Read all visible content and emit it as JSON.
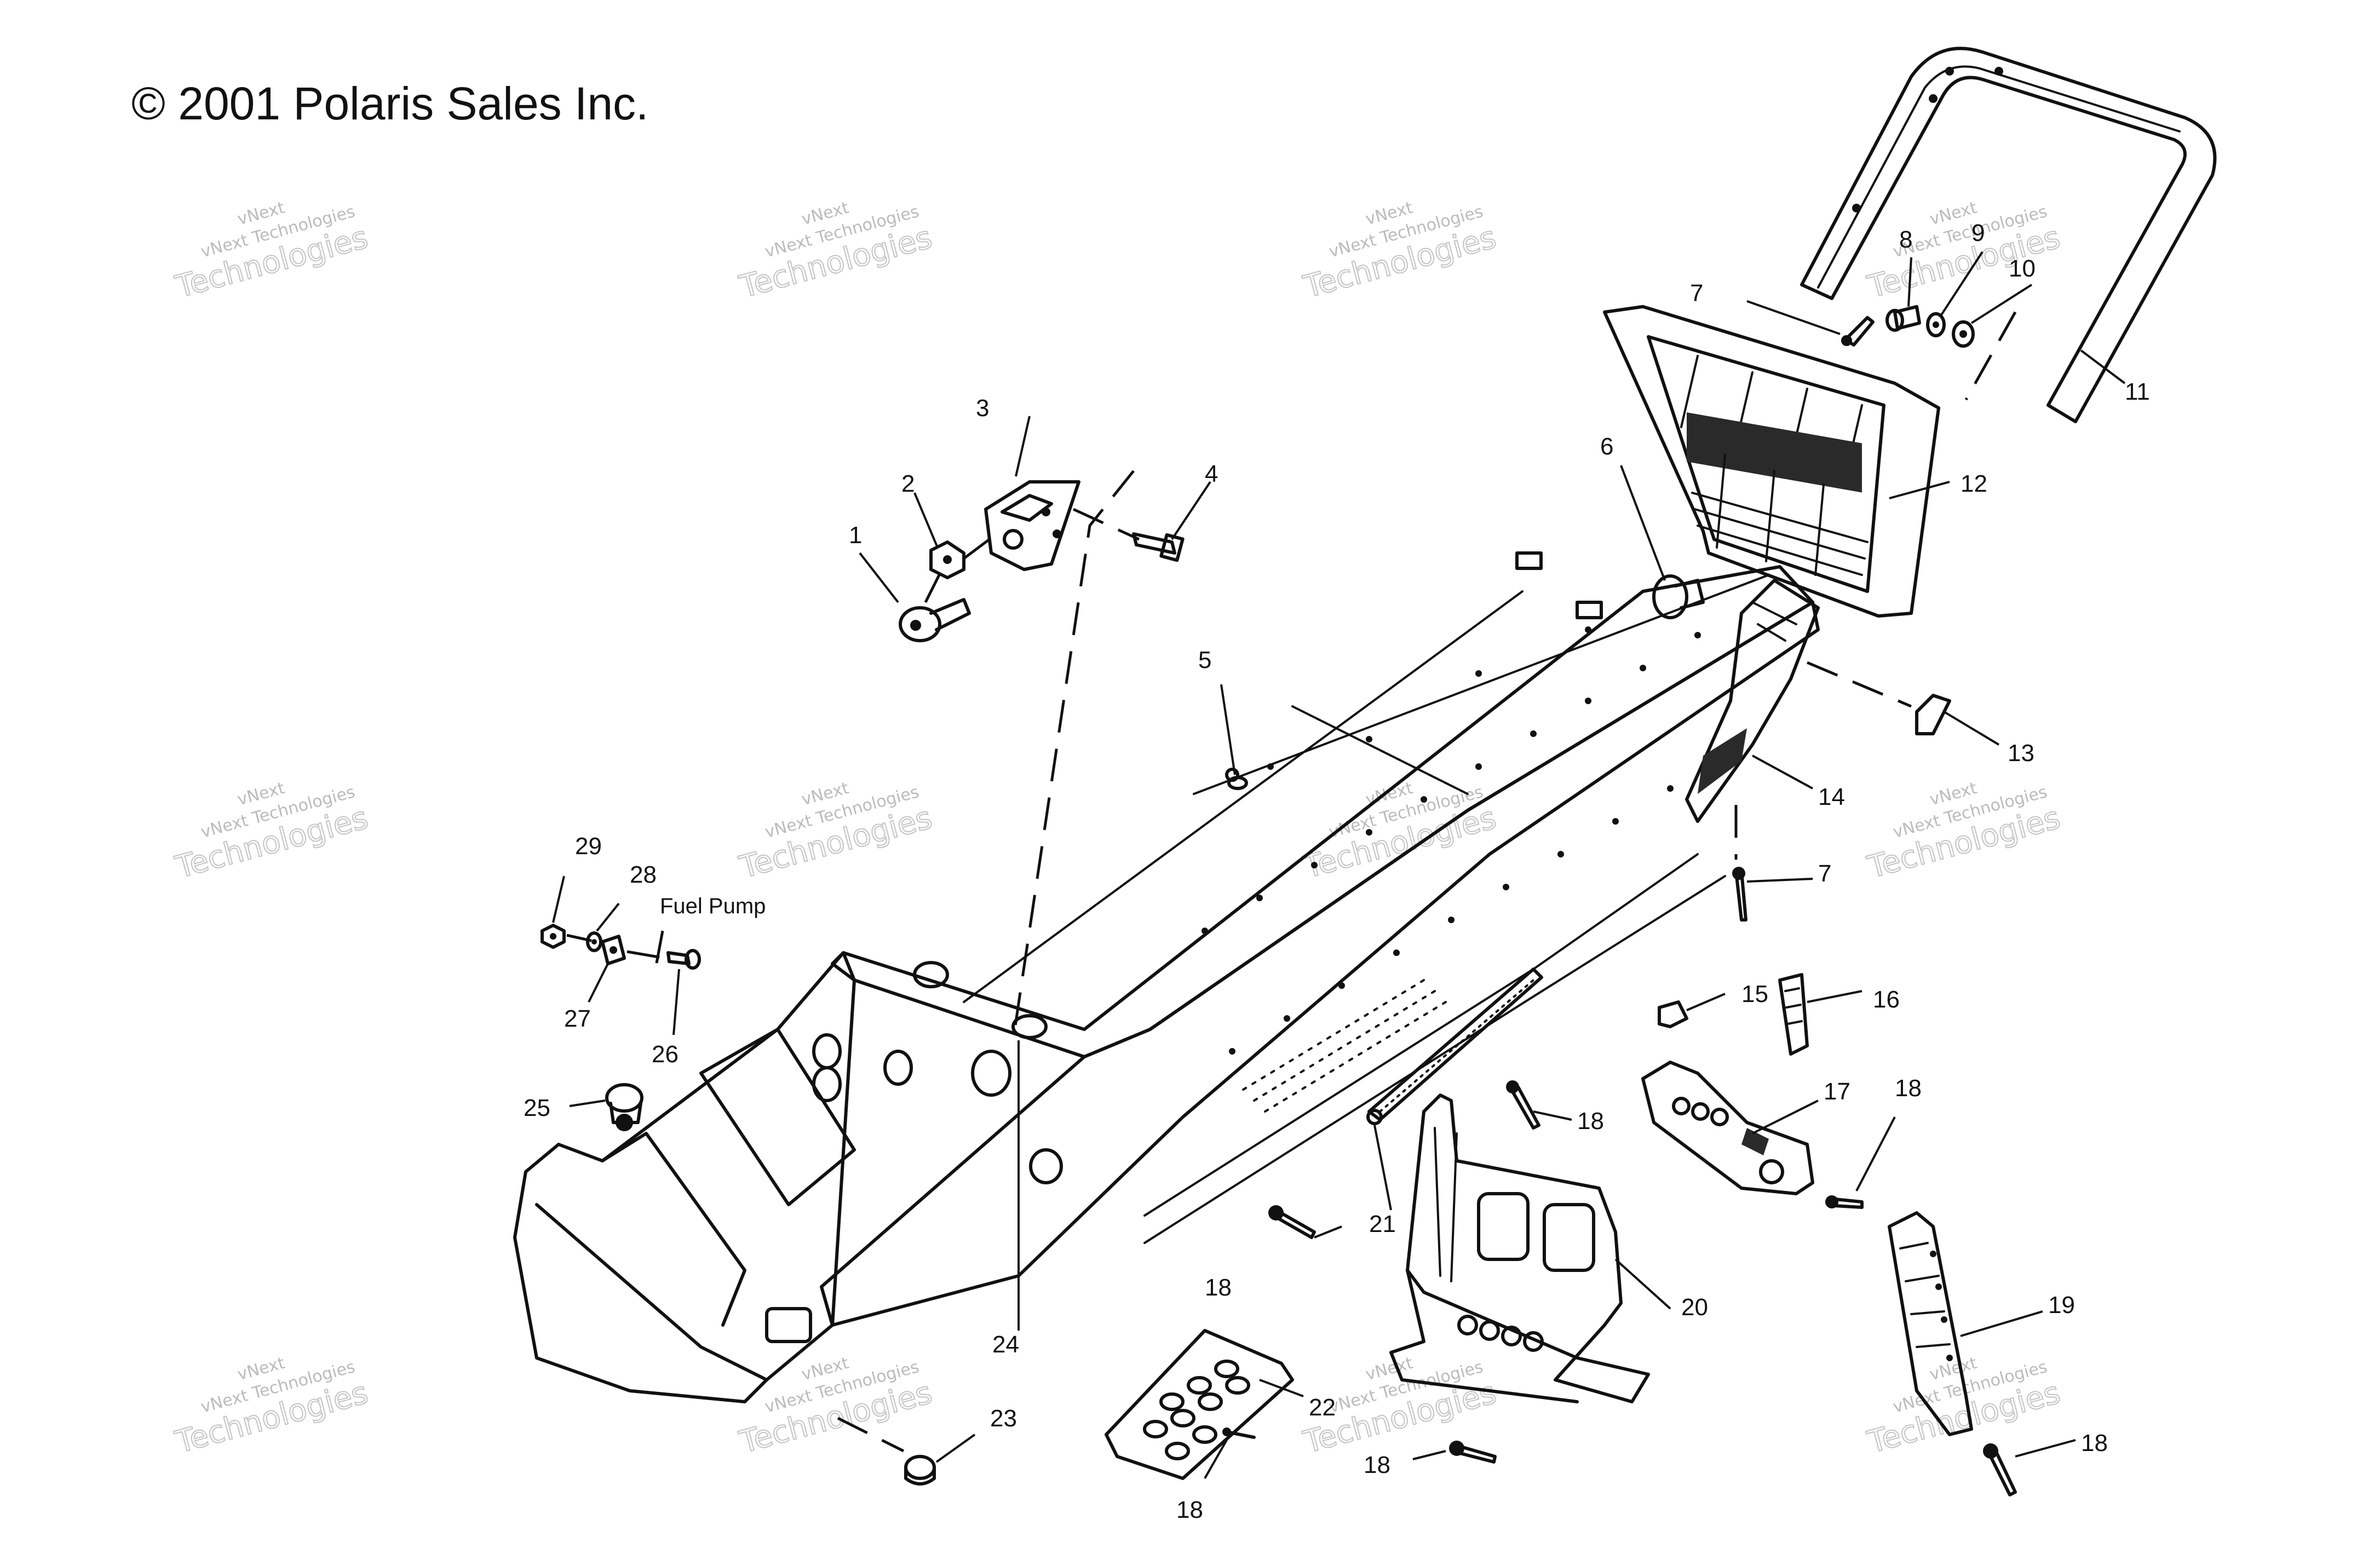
{
  "copyright": "© 2001 Polaris Sales Inc.",
  "fuel_pump_label": "Fuel Pump",
  "watermark": {
    "line1": "vNext",
    "line2": "vNext Technologies",
    "line3": "Technologies"
  },
  "callouts": [
    "1",
    "2",
    "3",
    "4",
    "5",
    "6",
    "7",
    "8",
    "9",
    "10",
    "11",
    "12",
    "13",
    "14",
    "7",
    "15",
    "16",
    "17",
    "18",
    "18",
    "18",
    "19",
    "20",
    "21",
    "22",
    "18",
    "18",
    "23",
    "24",
    "25",
    "26",
    "27",
    "28",
    "29",
    "18"
  ]
}
